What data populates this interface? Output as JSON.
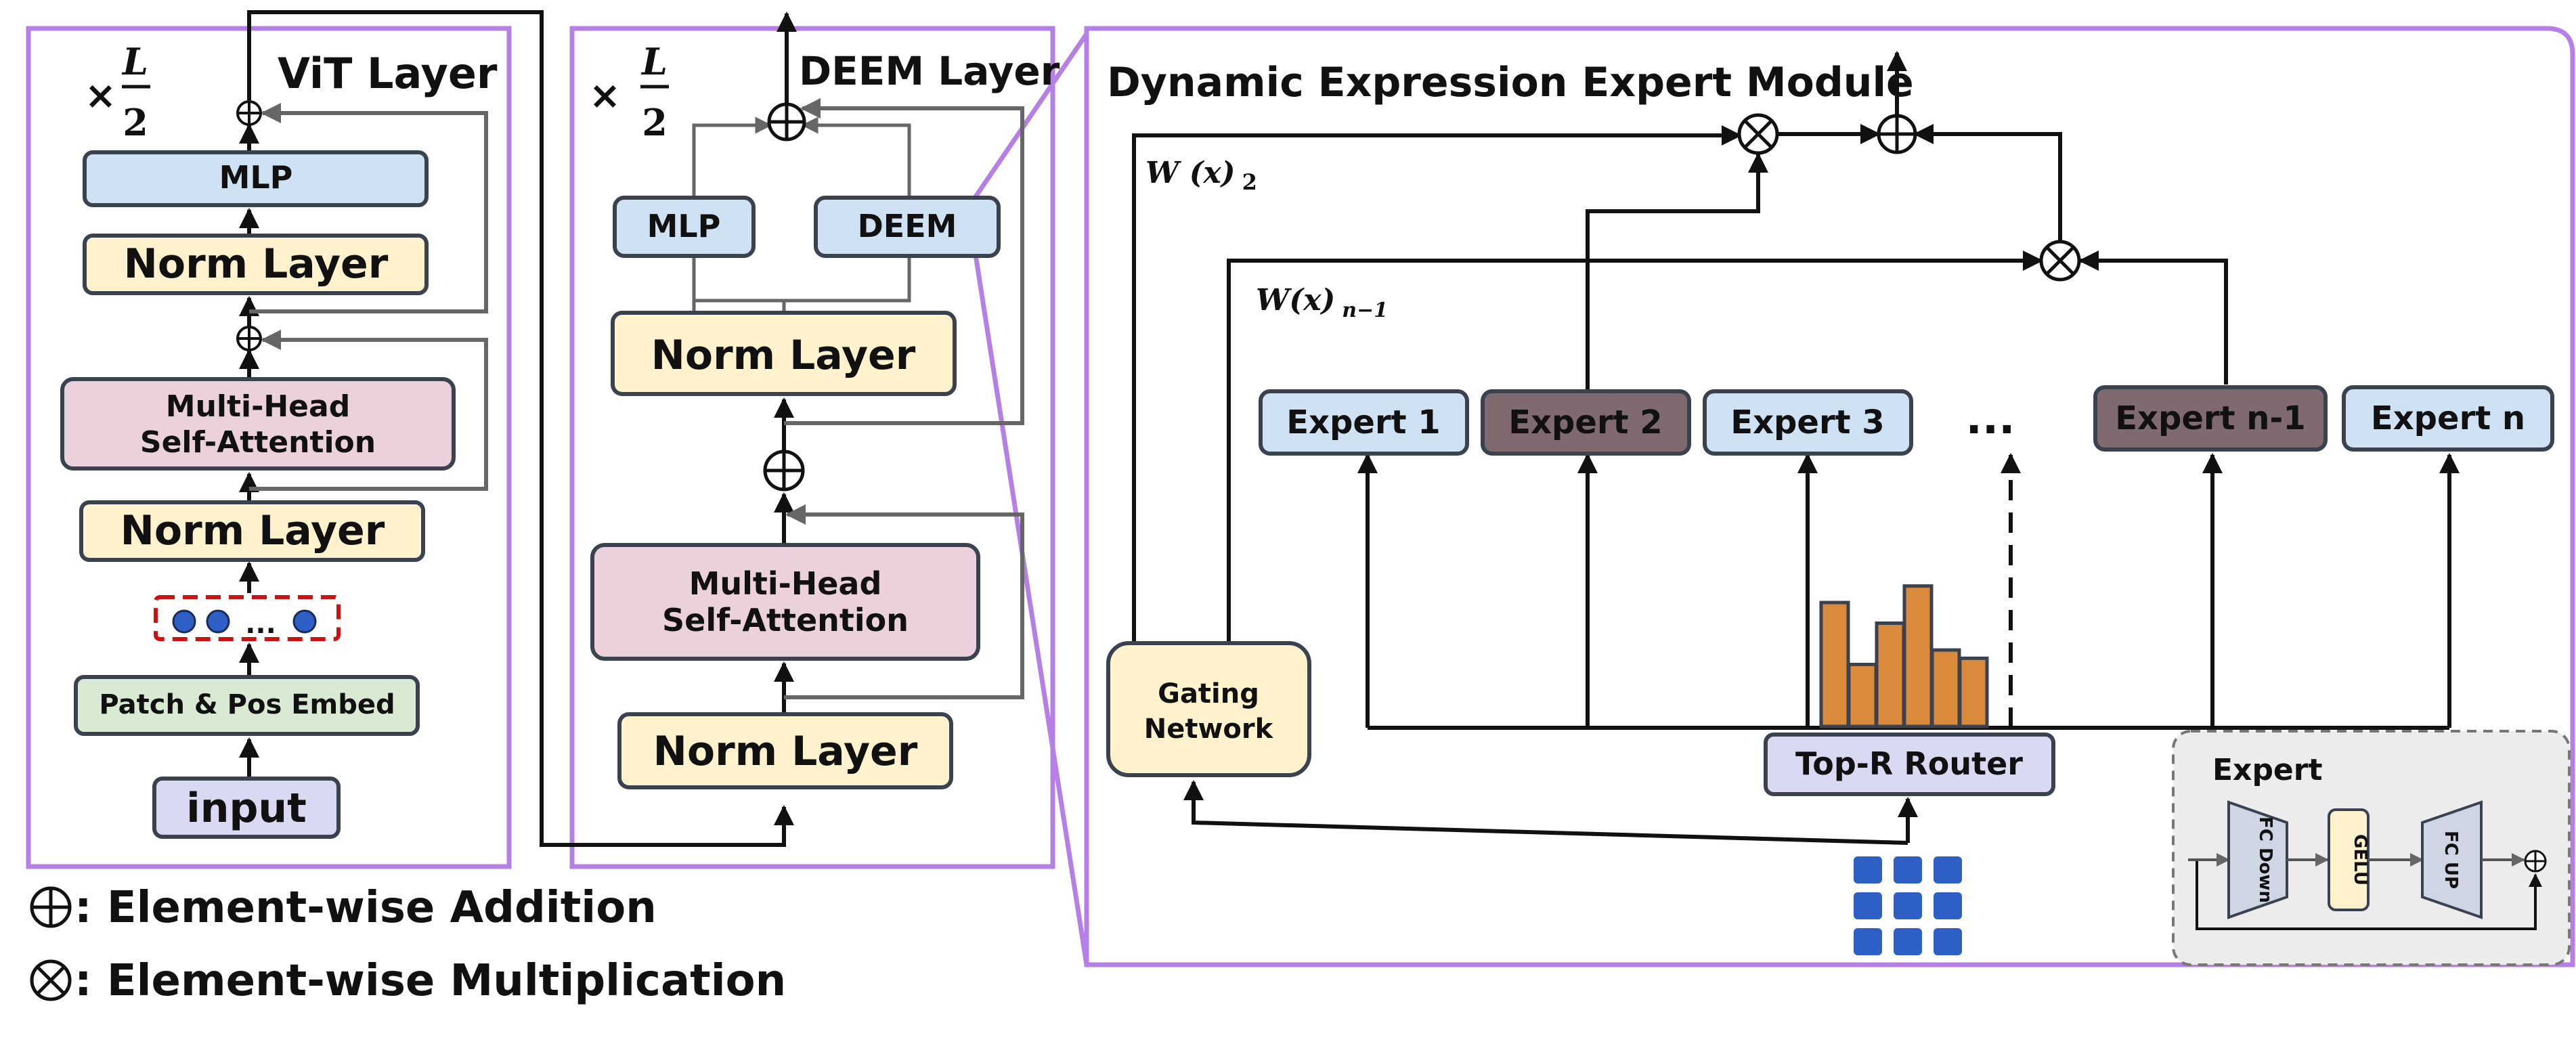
{
  "colors": {
    "panel_border": "#b57fe6",
    "mlp_blue": "#cfe2f3",
    "norm_yellow": "#fff2cc",
    "attn_pink": "#ead1dc",
    "patch_green": "#d9ead3",
    "input_lavender": "#d9d9f3",
    "expert_active": "#7f6a70",
    "hist_orange": "#d98a3b",
    "token_blue": "#2d5fc4",
    "dashed_red": "#cc1111",
    "expert_inset_bg": "#ececec"
  },
  "vit": {
    "multiplier": "×",
    "frac_num": "L",
    "frac_den": "2",
    "title": "ViT Layer",
    "mlp": "MLP",
    "norm_top": "Norm Layer",
    "attn_line1": "Multi-Head",
    "attn_line2": "Self-Attention",
    "norm_bottom": "Norm Layer",
    "ellipsis": "...",
    "patch": "Patch & Pos Embed",
    "input": "input"
  },
  "deem_layer": {
    "multiplier": "×",
    "frac_num": "L",
    "frac_den": "2",
    "title": "DEEM Layer",
    "mlp": "MLP",
    "deem": "DEEM",
    "norm_top": "Norm Layer",
    "attn_line1": "Multi-Head",
    "attn_line2": "Self-Attention",
    "norm_bottom": "Norm Layer"
  },
  "module": {
    "title": "Dynamic Expression Expert Module",
    "w2_main": "W (x)",
    "w2_sub": "2",
    "wn1_main": "W(x)",
    "wn1_sub": "n−1",
    "experts": [
      "Expert 1",
      "Expert 2",
      "Expert 3",
      "Expert n-1",
      "Expert n"
    ],
    "expert_active": [
      false,
      true,
      false,
      true,
      false
    ],
    "dots": "...",
    "gating_line1": "Gating",
    "gating_line2": "Network",
    "router": "Top-R Router",
    "inset_title": "Expert",
    "inset_fc_down": "FC Down",
    "inset_gelu": "GELU",
    "inset_fc_up": "FC UP"
  },
  "router_scores": [
    0.6,
    0.3,
    0.5,
    0.68,
    0.37,
    0.33
  ],
  "legend": {
    "add": ": Element-wise Addition",
    "mul": ": Element-wise Multiplication"
  }
}
